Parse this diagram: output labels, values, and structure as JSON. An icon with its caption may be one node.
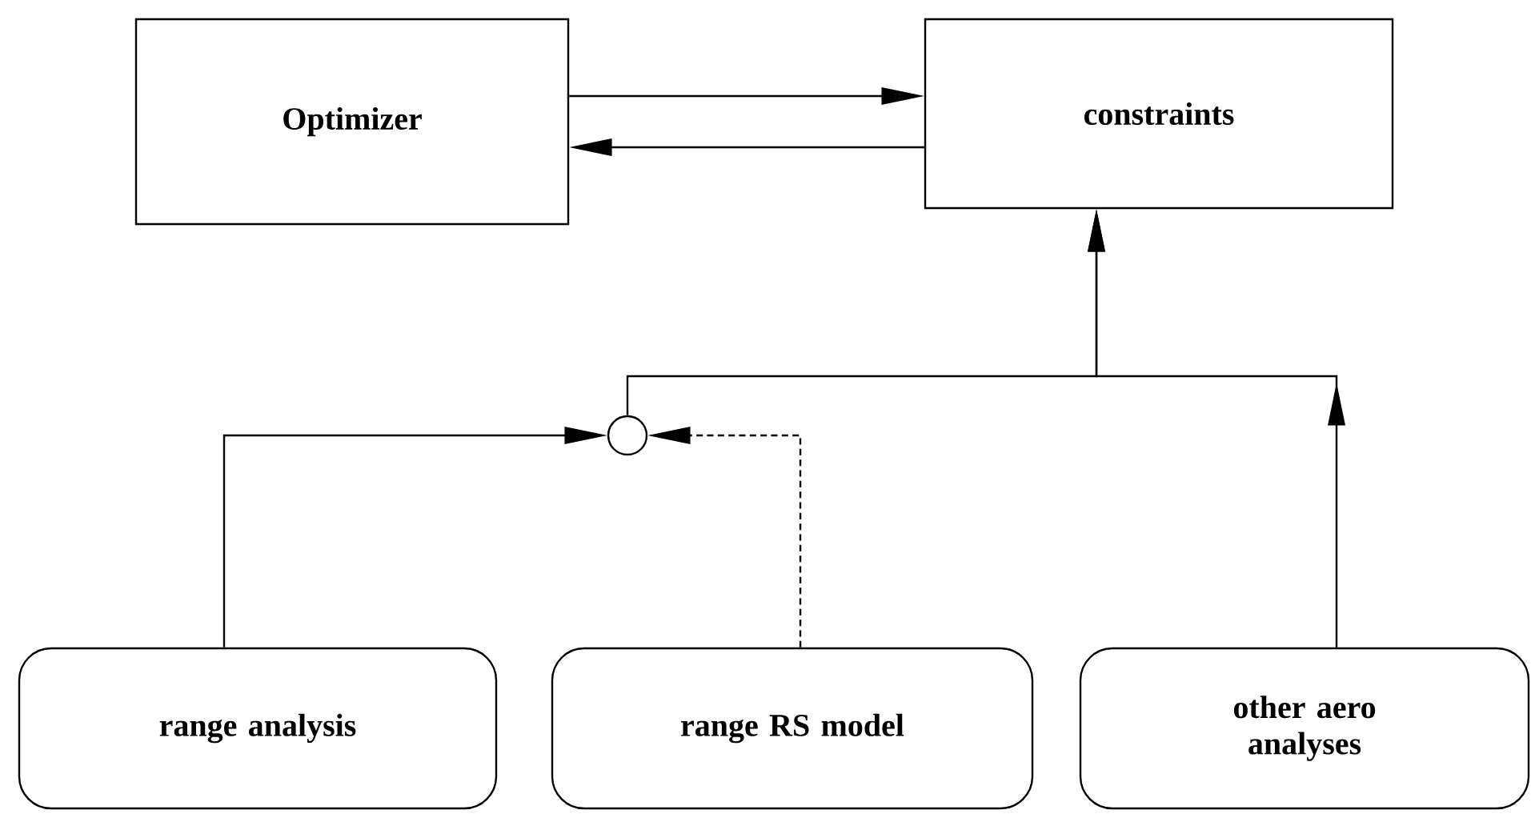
{
  "diagram": {
    "nodes": [
      {
        "text": [
          "Optimizer"
        ]
      },
      {
        "text": [
          "constraints"
        ]
      },
      {
        "text": [],
        "shape": "circle"
      },
      {
        "text": [
          "range analysis"
        ]
      },
      {
        "text": [
          "range RS model"
        ]
      },
      {
        "text": [
          "other aero analyses"
        ]
      }
    ],
    "edges": [
      {
        "from": 0,
        "to": 1,
        "arrow": "to"
      },
      {
        "from": 1,
        "to": 0,
        "arrow": "to"
      },
      {
        "from": 2,
        "to": 1,
        "arrow": "to"
      },
      {
        "from": 5,
        "to": 1,
        "arrow": "to"
      },
      {
        "from": 3,
        "to": 2,
        "arrow": "to"
      },
      {
        "from": 4,
        "to": 2,
        "arrow": "to",
        "style": "dashed"
      }
    ]
  }
}
